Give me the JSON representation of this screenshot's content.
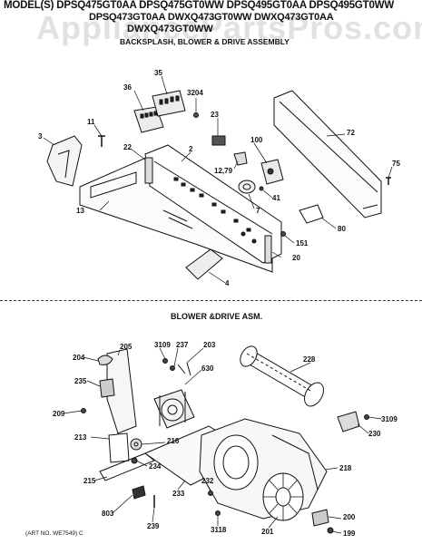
{
  "header": {
    "line1": "MODEL(S) DPSQ475GT0AA DPSQ475GT0WW DPSQ495GT0AA DPSQ495GT0WW",
    "line2": "DPSQ473GT0AA DWXQ473GT0WW DWXQ473GT0AA",
    "line3": "DWXQ473GT0WW",
    "subtitle": "BACKSPLASH, BLOWER & DRIVE ASSEMBLY"
  },
  "watermark": "AppliancePartsPros.com",
  "section2_title": "BLOWER &DRIVE ASM.",
  "art_number": "(ART NO. WE7549) C",
  "labels": {
    "p35": "35",
    "p36": "36",
    "p3204": "3204",
    "p23": "23",
    "p72": "72",
    "p11": "11",
    "p3": "3",
    "p22": "22",
    "p2": "2",
    "p100": "100",
    "p75": "75",
    "p1279": "12,79",
    "p41": "41",
    "p13": "13",
    "p7": "7",
    "p80": "80",
    "p151": "151",
    "p20": "20",
    "p4": "4",
    "p204": "204",
    "p205": "205",
    "p3109a": "3109",
    "p237": "237",
    "p203": "203",
    "p228": "228",
    "p235": "235",
    "p630": "630",
    "p209": "209",
    "p3109b": "3109",
    "p230": "230",
    "p213": "213",
    "p216": "216",
    "p234": "234",
    "p218": "218",
    "p215": "215",
    "p233": "233",
    "p232": "232",
    "p803": "803",
    "p239": "239",
    "p3118": "3118",
    "p201": "201",
    "p200": "200",
    "p199": "199"
  }
}
